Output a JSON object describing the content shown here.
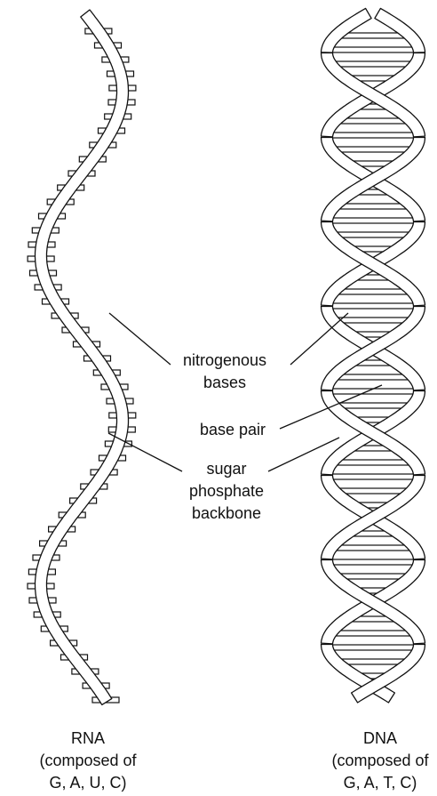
{
  "labels": {
    "nitrogenous_bases": [
      "nitrogenous",
      "bases"
    ],
    "base_pair": "base pair",
    "sugar_phosphate_backbone": [
      "sugar",
      "phosphate",
      "backbone"
    ]
  },
  "rna": {
    "caption": [
      "RNA",
      "(composed of",
      "G, A, U, C)"
    ]
  },
  "dna": {
    "caption": [
      "DNA",
      "(composed of",
      "G, A, T, C)"
    ]
  },
  "colors": {
    "ink": "#111111",
    "background": "#ffffff"
  }
}
